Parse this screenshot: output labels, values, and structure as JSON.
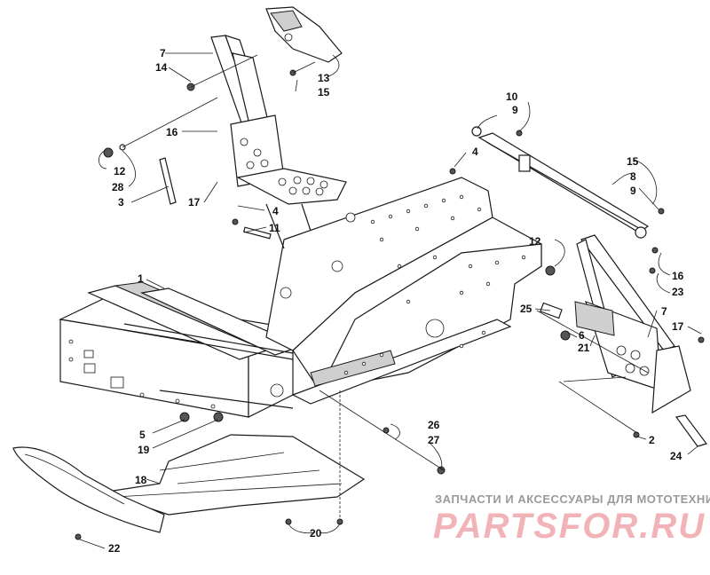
{
  "callouts": [
    {
      "id": "c1",
      "label": "1"
    },
    {
      "id": "c2",
      "label": "2"
    },
    {
      "id": "c3",
      "label": "3"
    },
    {
      "id": "c4a",
      "label": "4"
    },
    {
      "id": "c4b",
      "label": "4"
    },
    {
      "id": "c5",
      "label": "5"
    },
    {
      "id": "c6",
      "label": "6"
    },
    {
      "id": "c7a",
      "label": "7"
    },
    {
      "id": "c7b",
      "label": "7"
    },
    {
      "id": "c8",
      "label": "8"
    },
    {
      "id": "c9a",
      "label": "9"
    },
    {
      "id": "c9b",
      "label": "9"
    },
    {
      "id": "c10",
      "label": "10"
    },
    {
      "id": "c11",
      "label": "11"
    },
    {
      "id": "c12a",
      "label": "12"
    },
    {
      "id": "c12b",
      "label": "12"
    },
    {
      "id": "c13",
      "label": "13"
    },
    {
      "id": "c14",
      "label": "14"
    },
    {
      "id": "c15a",
      "label": "15"
    },
    {
      "id": "c15b",
      "label": "15"
    },
    {
      "id": "c16a",
      "label": "16"
    },
    {
      "id": "c16b",
      "label": "16"
    },
    {
      "id": "c17a",
      "label": "17"
    },
    {
      "id": "c17b",
      "label": "17"
    },
    {
      "id": "c18",
      "label": "18"
    },
    {
      "id": "c19",
      "label": "19"
    },
    {
      "id": "c20",
      "label": "20"
    },
    {
      "id": "c21",
      "label": "21"
    },
    {
      "id": "c22",
      "label": "22"
    },
    {
      "id": "c23",
      "label": "23"
    },
    {
      "id": "c24",
      "label": "24"
    },
    {
      "id": "c25",
      "label": "25"
    },
    {
      "id": "c26",
      "label": "26"
    },
    {
      "id": "c27",
      "label": "27"
    },
    {
      "id": "c28",
      "label": "28"
    }
  ],
  "watermark": {
    "tagline": "ЗАПЧАСТИ И АКСЕССУАРЫ ДЛЯ МОТОТЕХНИКИ",
    "brand": "PARTSFOR.RU"
  }
}
